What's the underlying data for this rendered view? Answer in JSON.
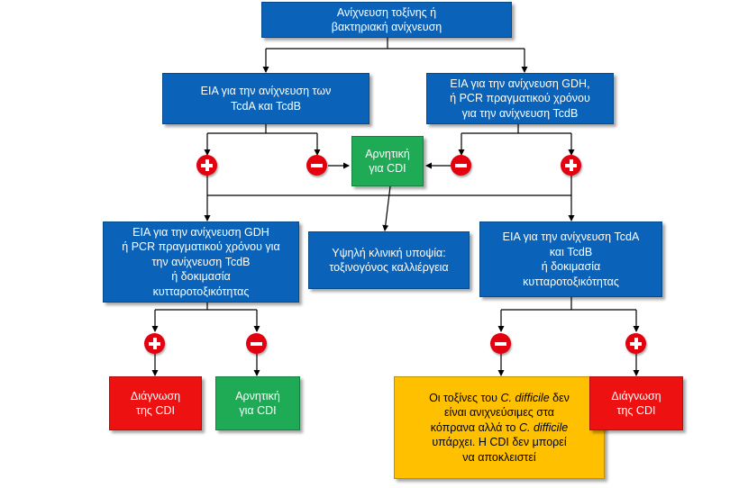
{
  "nodes": {
    "top": [
      "Ανίχνευση τοξίνης ή",
      "βακτηριακή ανίχνευση"
    ],
    "eia_toxins": [
      "EIA για την ανίχνευση των",
      "TcdA και TcdB"
    ],
    "eia_gdh_pcr": [
      "EIA για την ανίχνευση GDH,",
      "ή PCR πραγματικού χρόνου",
      "για την ανίχνευση TcdB"
    ],
    "negative_center": [
      "Αρνητική",
      "για CDI"
    ],
    "left_followup": [
      "EIA για την ανίχνευση GDH",
      "ή PCR πραγματικού χρόνου για",
      "την ανίχνευση TcdB",
      "ή δοκιμασία",
      "κυτταροτοξικότητας"
    ],
    "high_suspicion": [
      "Υψηλή κλινική υποψία:",
      "τοξινογόνος  καλλιέργεια"
    ],
    "right_followup": [
      "EIA για την ανίχνευση TcdA",
      "και TcdB",
      "ή δοκιμασία",
      "κυτταροτοξικότητας"
    ],
    "diagnosis_left": [
      "Διάγνωση",
      "της CDI"
    ],
    "negative_bottom": [
      "Αρνητική",
      "για CDI"
    ],
    "note": {
      "line1_pre": "Οι τοξίνες του ",
      "line1_italic": "C. difficile",
      "line1_post": " δεν",
      "line2": "είναι ανιχνεύσιμες στα",
      "line3_pre": "κόπρανα αλλά το ",
      "line3_italic": "C. difficile",
      "line4": "υπάρχει. Η CDI δεν μπορεί",
      "line5": "να αποκλειστεί"
    },
    "diagnosis_right": [
      "Διάγνωση",
      "της CDI"
    ]
  },
  "signs": {
    "first_left_positive": "+",
    "first_left_negative": "−",
    "first_right_negative": "−",
    "first_right_positive": "+",
    "second_left_positive": "+",
    "second_left_negative": "−",
    "second_right_negative": "−",
    "second_right_positive": "+"
  },
  "colors": {
    "blue_box": "#0a63b8",
    "green_box": "#1faa55",
    "red_box": "#ee1111",
    "yellow_box": "#ffc000",
    "sign": "#e3000f"
  }
}
